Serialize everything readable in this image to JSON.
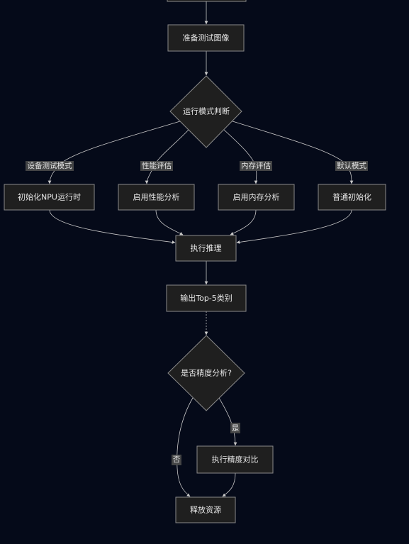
{
  "diagram": {
    "nodes": {
      "prepare": "准备测试图像",
      "mode_decision": "运行模式判断",
      "init_npu": "初始化NPU运行时",
      "enable_perf": "启用性能分析",
      "enable_mem": "启用内存分析",
      "normal_init": "普通初始化",
      "inference": "执行推理",
      "output_top5": "输出Top-5类别",
      "accuracy_decision": "是否精度分析?",
      "accuracy_compare": "执行精度对比",
      "release": "释放资源"
    },
    "edge_labels": {
      "device_test": "设备测试模式",
      "perf_eval": "性能评估",
      "mem_eval": "内存评估",
      "default_mode": "默认模式",
      "yes": "是",
      "no": "否"
    },
    "colors": {
      "background": "#050a19",
      "node_fill": "#1f1f1f",
      "node_stroke": "#8a8a8a",
      "edge": "#c8c8c8",
      "text": "#e6e6e6",
      "edge_label_bg": "#4a4a4a"
    }
  }
}
